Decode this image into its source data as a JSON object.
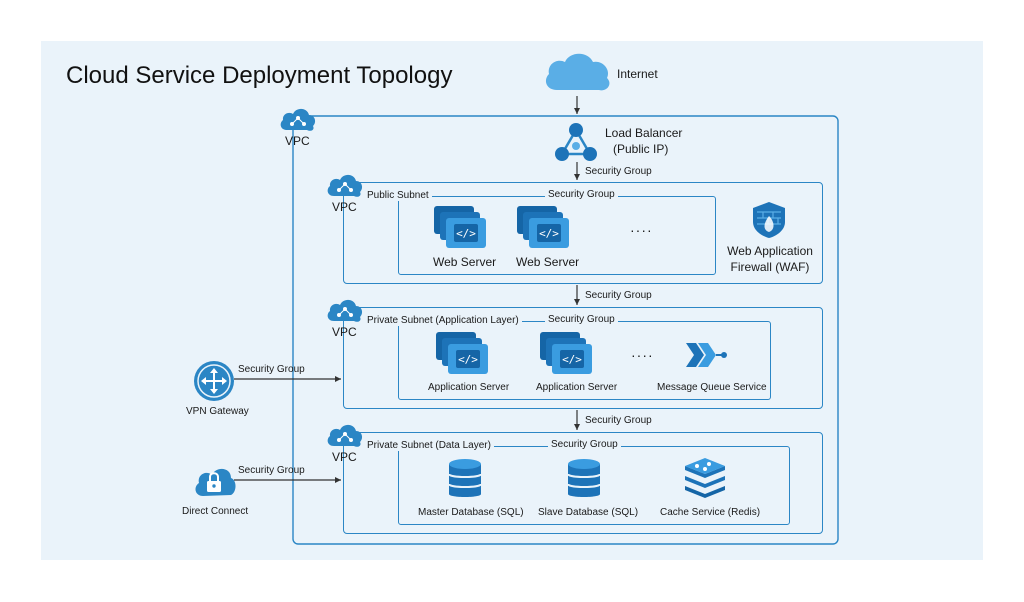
{
  "title": "Cloud Service Deployment Topology",
  "internet": {
    "label": "Internet"
  },
  "load_balancer": {
    "line1": "Load Balancer",
    "line2": "(Public IP)"
  },
  "outer_vpc": {
    "label": "VPC"
  },
  "security_group": "Security Group",
  "public_subnet": {
    "vpc_label": "VPC",
    "label": "Public Subnet",
    "servers": [
      "Web Server",
      "Web Server"
    ],
    "ellipsis": "····",
    "waf_line1": "Web Application",
    "waf_line2": "Firewall (WAF)"
  },
  "app_subnet": {
    "vpc_label": "VPC",
    "label": "Private Subnet (Application Layer)",
    "servers": [
      "Application Server",
      "Application Server"
    ],
    "ellipsis": "····",
    "mq_label": "Message Queue Service"
  },
  "data_subnet": {
    "vpc_label": "VPC",
    "label": "Private Subnet (Data Layer)",
    "master_db": "Master Database (SQL)",
    "slave_db": "Slave Database (SQL)",
    "cache": "Cache Service (Redis)"
  },
  "vpn_gateway": {
    "label": "VPN Gateway"
  },
  "direct_connect": {
    "label": "Direct Connect"
  },
  "colors": {
    "accent": "#2b86c5",
    "icon_dark": "#1565a6",
    "icon_light": "#3a9ce0",
    "background": "#eaf3fa"
  }
}
